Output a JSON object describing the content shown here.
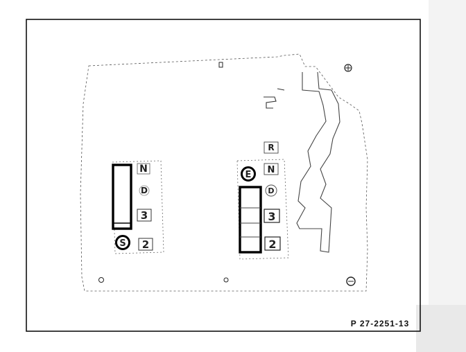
{
  "figure": {
    "reference_code": "P 27-2251-13",
    "left_gate": {
      "positions": [
        "N",
        "D",
        "3",
        "2"
      ],
      "program_button": "S"
    },
    "right_gate": {
      "positions": [
        "R",
        "N",
        "D",
        "3",
        "2"
      ],
      "program_button": "E"
    }
  }
}
